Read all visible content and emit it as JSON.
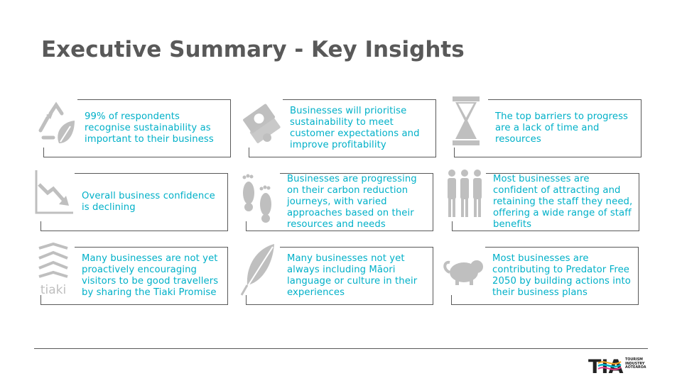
{
  "title": "Executive Summary - Key Insights",
  "insights": [
    {
      "text": "99% of respondents recognise sustainability as important to their business",
      "icon": "recycle-leaf-icon"
    },
    {
      "text": "Businesses will prioritise sustainability to meet customer expectations and improve profitability",
      "icon": "money-icon"
    },
    {
      "text": "The top barriers to progress are a lack of time and resources",
      "icon": "hourglass-icon"
    },
    {
      "text": "Overall business confidence is declining",
      "icon": "declining-chart-icon"
    },
    {
      "text": "Businesses are progressing on their carbon reduction journeys, with varied approaches based on their resources and needs",
      "icon": "footprints-icon"
    },
    {
      "text": "Most businesses are confident of attracting and retaining the staff they need, offering a wide range of staff benefits",
      "icon": "people-icon"
    },
    {
      "text": "Many businesses are not yet proactively encouraging visitors to be good travellers by sharing the Tiaki Promise",
      "icon": "tiaki-icon",
      "icon_label": "tiaki"
    },
    {
      "text": "Many businesses not yet always including Māori language or culture in their experiences",
      "icon": "feather-icon"
    },
    {
      "text": "Most businesses are contributing to Predator Free 2050 by building actions into their business plans",
      "icon": "possum-icon"
    }
  ],
  "logo": {
    "mark": "TIA",
    "lines": [
      "TOURISM",
      "INDUSTRY",
      "AOTEAROA"
    ]
  },
  "colors": {
    "title": "#595959",
    "accent_text": "#00b0c8",
    "border": "#595959",
    "icon": "#bfbfbf"
  }
}
